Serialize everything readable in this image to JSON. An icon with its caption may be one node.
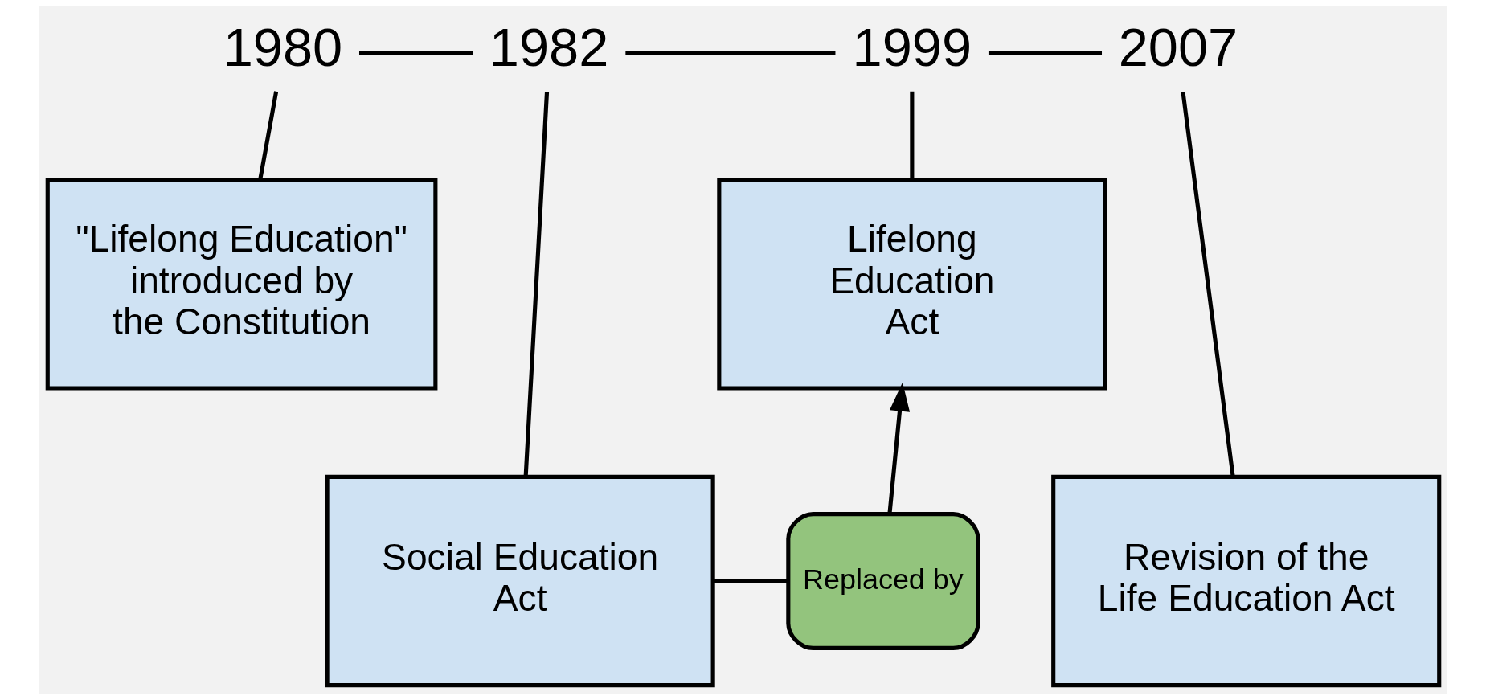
{
  "diagram": {
    "nodes": [
      {
        "text": [
          "1980"
        ]
      },
      {
        "text": [
          "1982"
        ]
      },
      {
        "text": [
          "1999"
        ]
      },
      {
        "text": [
          "2007"
        ]
      },
      {
        "text": [
          "\"Lifelong Education\" introduced by the Constitution"
        ]
      },
      {
        "text": [
          "Social Education Act"
        ]
      },
      {
        "text": [
          "Lifelong Education Act"
        ]
      },
      {
        "text": [
          "Replaced by"
        ]
      },
      {
        "text": [
          "Revision of the Life Education Act"
        ]
      }
    ],
    "edges": [
      {
        "from": 0,
        "to": 1,
        "arrow": "none"
      },
      {
        "from": 1,
        "to": 2,
        "arrow": "none"
      },
      {
        "from": 2,
        "to": 3,
        "arrow": "none"
      },
      {
        "from": 0,
        "to": 4,
        "arrow": "none"
      },
      {
        "from": 1,
        "to": 5,
        "arrow": "none"
      },
      {
        "from": 2,
        "to": 6,
        "arrow": "none"
      },
      {
        "from": 3,
        "to": 8,
        "arrow": "none"
      },
      {
        "from": 5,
        "to": 7,
        "arrow": "none"
      },
      {
        "from": 7,
        "to": 6,
        "arrow": "to"
      }
    ]
  }
}
